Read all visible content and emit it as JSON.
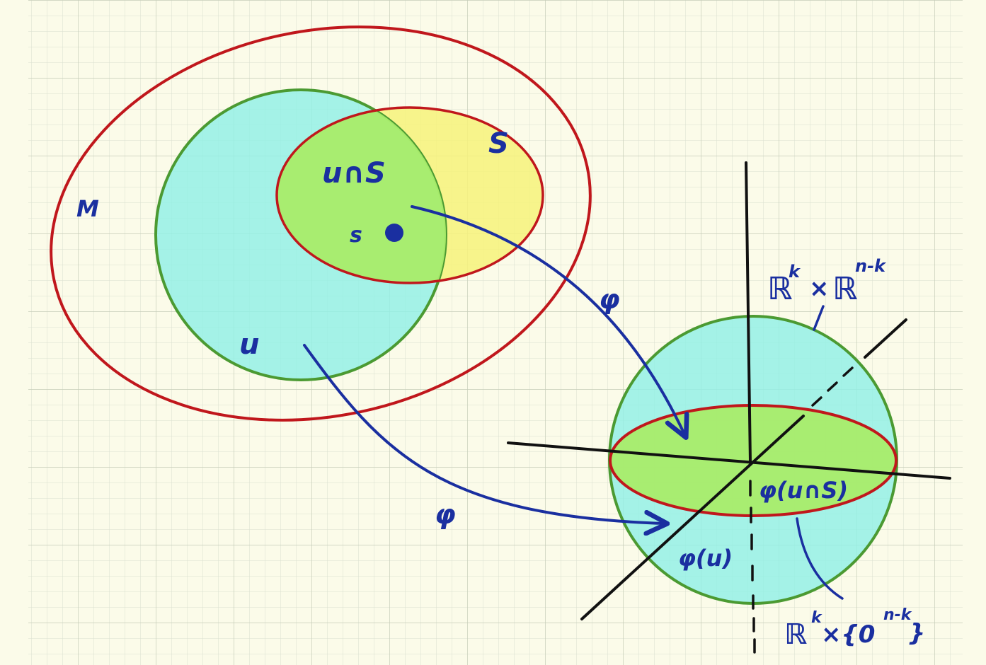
{
  "labels": {
    "manifold": "M",
    "submanifold": "S",
    "chart_domain": "u",
    "intersection": "u∩S",
    "point": "s",
    "map_top": "φ",
    "map_bottom": "φ",
    "ambient_space": "ℝ",
    "ambient_k": "k",
    "ambient_times": "×",
    "ambient_space2": "ℝ",
    "ambient_nk": "n-k",
    "image_intersection": "φ(u∩S)",
    "image_domain": "φ(u)",
    "slice_space": "ℝ",
    "slice_k": "k",
    "slice_times": "×{0",
    "slice_nk": "n-k",
    "slice_close": "}"
  },
  "colors": {
    "background": "#fbfbe9",
    "grid_minor": "#d9dfcf",
    "grid_major": "#c6cdb8",
    "red": "#c0171c",
    "green": "#4b9a32",
    "cyan_fill": "#8ef0e6",
    "yellow_fill": "#f6f27a",
    "lime_fill": "#a9ec6a",
    "blue": "#1a2fa0",
    "black": "#111111"
  }
}
